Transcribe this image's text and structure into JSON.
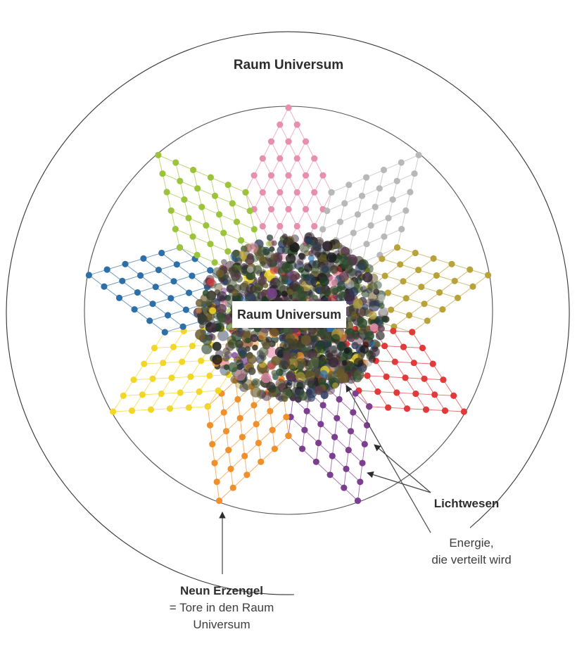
{
  "labels": {
    "outer_title": "Raum Universum",
    "center_title": "Raum Universum",
    "lichtwesen": "Lichtwesen",
    "energie_line1": "Energie,",
    "energie_line2": "die verteilt wird",
    "erzengel_title": "Neun Erzengel",
    "erzengel_line2": "= Tore in den Raum",
    "erzengel_line3": "Universum"
  },
  "gate_colors": [
    "#e88fb0",
    "#b8b8b8",
    "#b8a23a",
    "#e03a3a",
    "#7c3f8f",
    "#f0902a",
    "#f2d628",
    "#2e6fa8",
    "#9cc43a"
  ],
  "core_colors": [
    "#1f3a2a",
    "#2c4a2a",
    "#3b3b2b",
    "#4a5a3a",
    "#2a3a5a",
    "#5a3a4a",
    "#6a5a2a",
    "#3a2a3a",
    "#1a1a1a"
  ],
  "line_color": "#333333"
}
